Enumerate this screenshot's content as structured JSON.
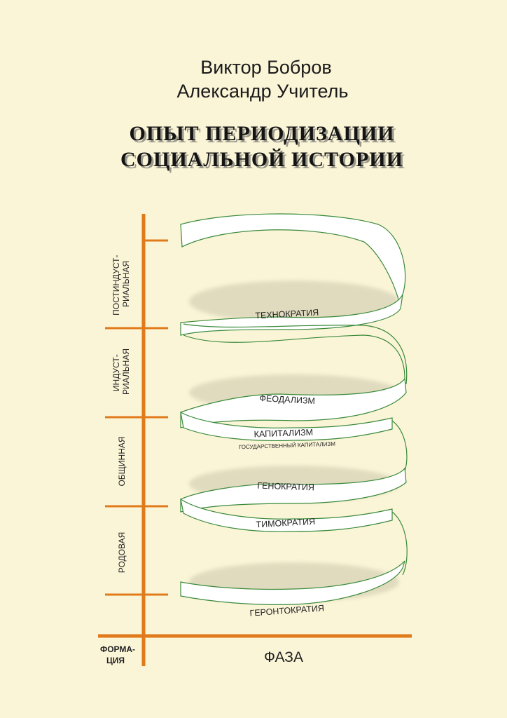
{
  "cover": {
    "authors": [
      "Виктор  Бобров",
      "Александр Учитель"
    ],
    "title_lines": [
      "ОПЫТ ПЕРИОДИЗАЦИИ",
      "СОЦИАЛЬНОЙ ИСТОРИИ"
    ]
  },
  "diagram": {
    "vertical_axis_label_lines": [
      "ФОРМА-",
      "ЦИЯ"
    ],
    "horizontal_axis_label": "ФАЗА",
    "formations": [
      {
        "label_lines": [
          "ПОСТИНДУСТ-",
          "РИАЛЬНАЯ"
        ]
      },
      {
        "label_lines": [
          "ИНДУСТ-",
          "РИАЛЬНАЯ"
        ]
      },
      {
        "label_lines": [
          "ОБЩИННАЯ"
        ]
      },
      {
        "label_lines": [
          "РОДОВАЯ"
        ]
      }
    ],
    "phases": {
      "technocracy": "ТЕХНОКРАТИЯ",
      "feudalism": "ФЕОДАЛИЗМ",
      "capitalism": "КАПИТАЛИЗМ",
      "state_capitalism": "ГОСУДАРСТВЕННЫЙ КАПИТАЛИЗМ",
      "genocracy": "ГЕНОКРАТИЯ",
      "timocracy": "ТИМОКРАТИЯ",
      "gerontocracy": "ГЕРОНТОКРАТИЯ"
    },
    "colors": {
      "axis": "#e07a1a",
      "ribbon_edge": "#3a8a3a",
      "background": "#fbf5d8"
    }
  }
}
